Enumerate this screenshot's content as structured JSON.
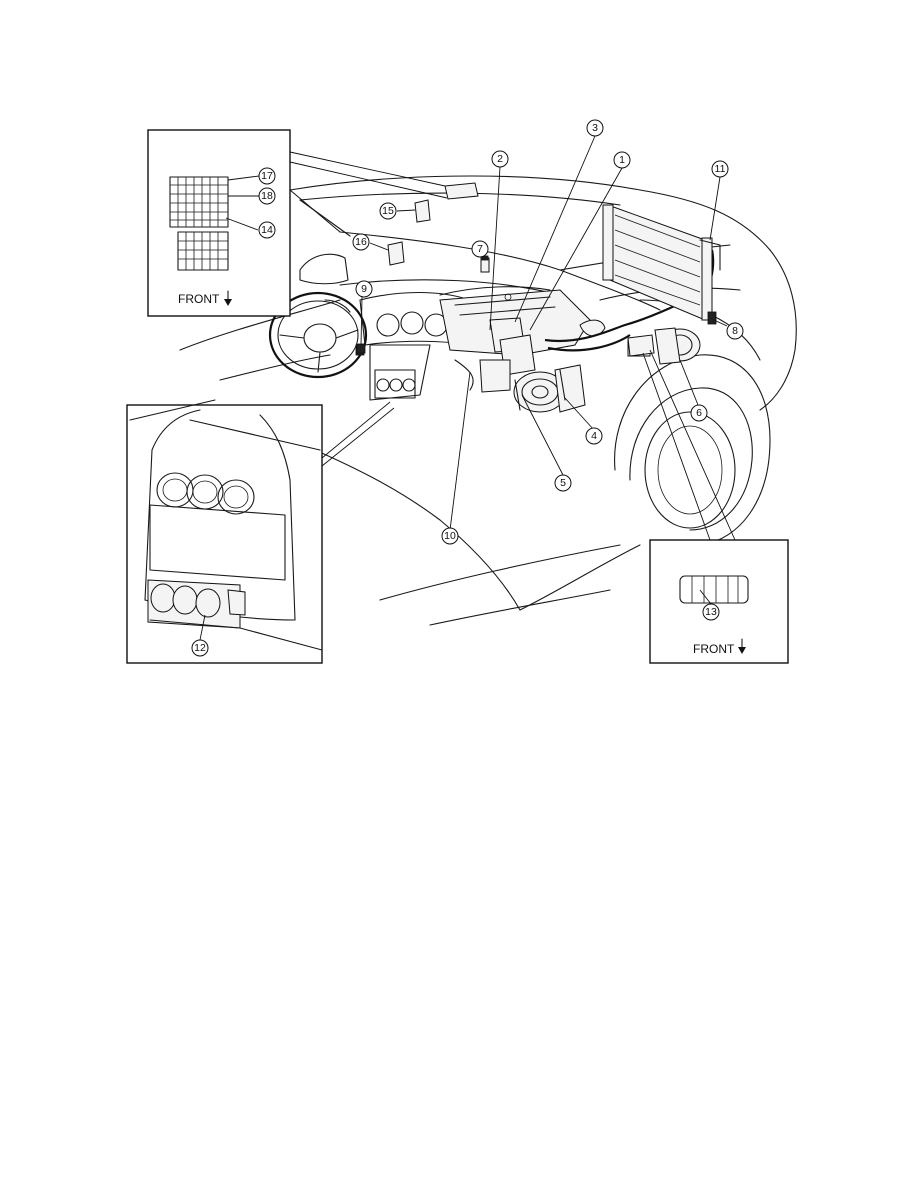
{
  "callouts": [
    {
      "id": "c1",
      "label": "1"
    },
    {
      "id": "c2",
      "label": "2"
    },
    {
      "id": "c3",
      "label": "3"
    },
    {
      "id": "c4",
      "label": "4"
    },
    {
      "id": "c5",
      "label": "5"
    },
    {
      "id": "c6",
      "label": "6"
    },
    {
      "id": "c7",
      "label": "7"
    },
    {
      "id": "c8",
      "label": "8"
    },
    {
      "id": "c9",
      "label": "9"
    },
    {
      "id": "c10",
      "label": "10"
    },
    {
      "id": "c11",
      "label": "11"
    },
    {
      "id": "c12",
      "label": "12"
    },
    {
      "id": "c13",
      "label": "13"
    },
    {
      "id": "c14",
      "label": "14"
    },
    {
      "id": "c15",
      "label": "15"
    },
    {
      "id": "c16",
      "label": "16"
    },
    {
      "id": "c17",
      "label": "17"
    },
    {
      "id": "c18",
      "label": "18"
    }
  ],
  "insets": {
    "fuse_block": {
      "front_label": "FRONT"
    },
    "relay_block": {
      "front_label": "FRONT"
    }
  }
}
